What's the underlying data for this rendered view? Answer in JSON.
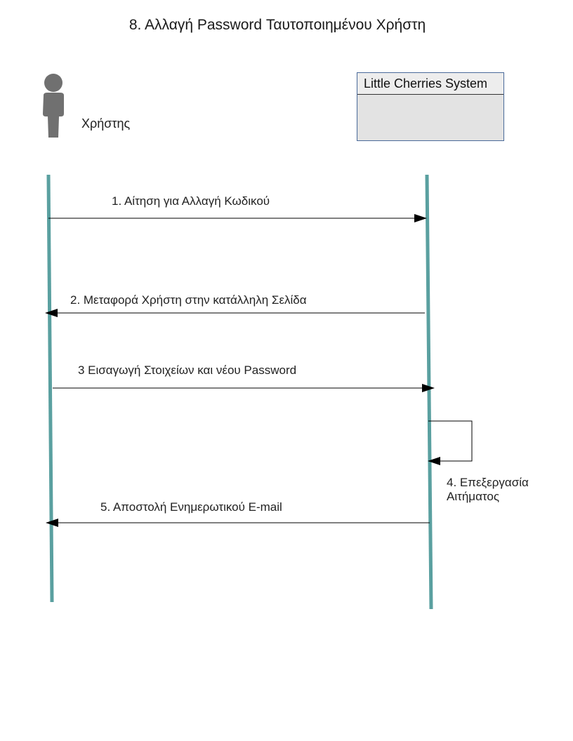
{
  "title": "8. Αλλαγή Password Ταυτοποιημένου Χρήστη",
  "actor": {
    "label": "Χρήστης",
    "icon": "person-icon"
  },
  "system": {
    "label": "Little Cherries System"
  },
  "messages": [
    {
      "label": "1. Αίτηση για Αλλαγή Κωδικού"
    },
    {
      "label": "2.  Μεταφορά Χρήστη στην κατάλληλη Σελίδα"
    },
    {
      "label": "3 Εισαγωγή Στοιχείων και νέου Password"
    },
    {
      "label": "4. Επεξεργασία Αιτήματος"
    },
    {
      "label": "5. Αποστολή Ενημερωτικού E-mail"
    }
  ],
  "colors": {
    "lifeline": "#5aa0a0",
    "actor": "#707070",
    "box_fill": "#e3e3e3",
    "box_border": "#4a6a9a"
  }
}
